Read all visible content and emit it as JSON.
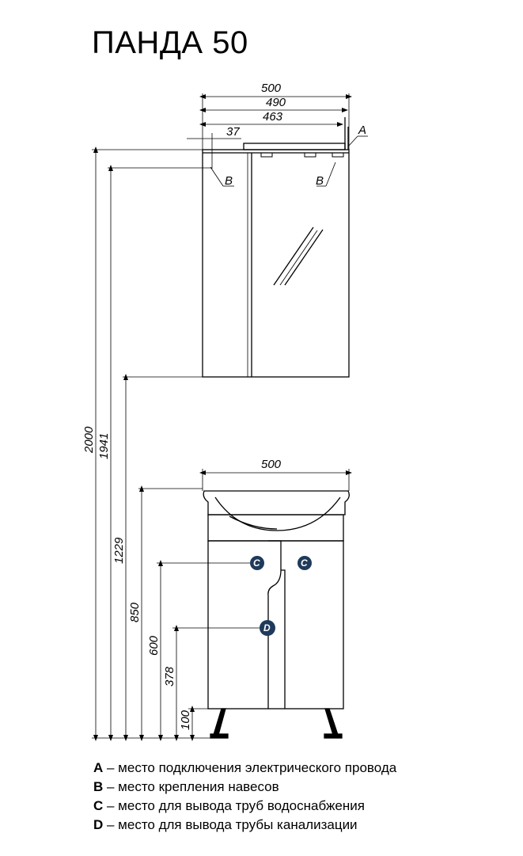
{
  "title": "ПАНДА 50",
  "dimensions": {
    "mirror_width": "500",
    "mirror_width_inner": "490",
    "mirror_width_mount": "463",
    "mirror_offset": "37",
    "total_height": "2000",
    "mirror_top": "1941",
    "mirror_bottom": "1229",
    "basin_width": "500",
    "basin_height": "850",
    "water_height": "600",
    "drain_height": "378",
    "leg_height": "100"
  },
  "markers": {
    "a": "A",
    "b": "B",
    "c": "C",
    "d": "D"
  },
  "legend": [
    {
      "key": "A",
      "text": " – место подключения электрического провода"
    },
    {
      "key": "B",
      "text": " – место крепления навесов"
    },
    {
      "key": "C",
      "text": " – место для вывода труб водоснабжения"
    },
    {
      "key": "D",
      "text": " – место для вывода трубы канализации"
    }
  ],
  "colors": {
    "marker_fill": "#1f3a5a",
    "line": "#000000",
    "dim_line": "#3a5a78"
  }
}
